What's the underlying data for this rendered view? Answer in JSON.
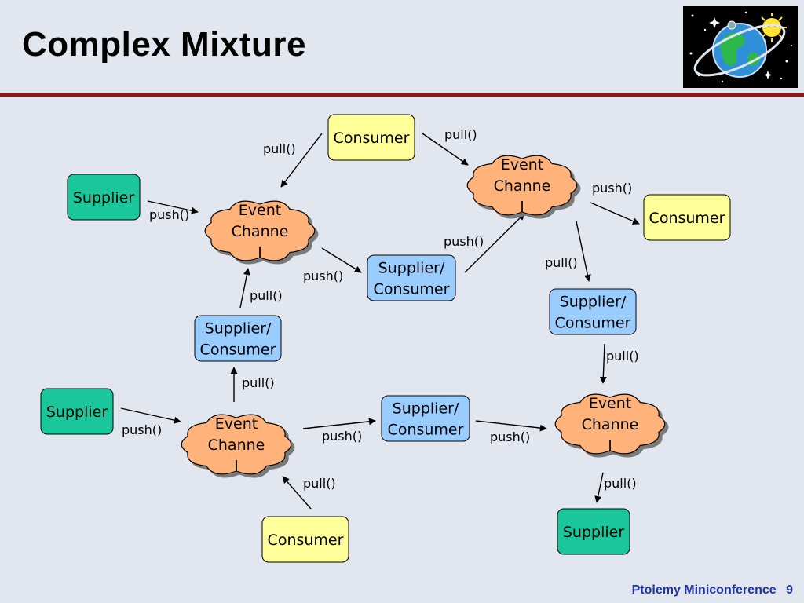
{
  "slide": {
    "title": "Complex Mixture"
  },
  "footer": {
    "text": "Ptolemy Miniconference",
    "page": "9"
  },
  "logo": {
    "icon": "globe-planet-icon"
  },
  "colors": {
    "background": "#e2e6ee",
    "rule": "#8b1a1a",
    "supplier": "#19c79a",
    "consumer": "#ffff9a",
    "supplier_consumer": "#99ccff",
    "event_channel": "#ffb27a"
  },
  "diagram": {
    "nodes": [
      {
        "id": "consumer-top",
        "kind": "consumer",
        "lines": [
          "Consumer"
        ]
      },
      {
        "id": "supplier-left-1",
        "kind": "supplier",
        "lines": [
          "Supplier"
        ]
      },
      {
        "id": "ec-left-top",
        "kind": "event_channel",
        "lines": [
          "Event",
          "Channe",
          "l"
        ]
      },
      {
        "id": "ec-right-top",
        "kind": "event_channel",
        "lines": [
          "Event",
          "Channe",
          "l"
        ]
      },
      {
        "id": "consumer-right",
        "kind": "consumer",
        "lines": [
          "Consumer"
        ]
      },
      {
        "id": "sc-middle-top",
        "kind": "supplier_consumer",
        "lines": [
          "Supplier/",
          "Consumer"
        ]
      },
      {
        "id": "sc-left-mid",
        "kind": "supplier_consumer",
        "lines": [
          "Supplier/",
          "Consumer"
        ]
      },
      {
        "id": "sc-right-mid",
        "kind": "supplier_consumer",
        "lines": [
          "Supplier/",
          "Consumer"
        ]
      },
      {
        "id": "supplier-left-2",
        "kind": "supplier",
        "lines": [
          "Supplier"
        ]
      },
      {
        "id": "ec-left-bottom",
        "kind": "event_channel",
        "lines": [
          "Event",
          "Channe",
          "l"
        ]
      },
      {
        "id": "sc-middle-bottom",
        "kind": "supplier_consumer",
        "lines": [
          "Supplier/",
          "Consumer"
        ]
      },
      {
        "id": "ec-right-bottom",
        "kind": "event_channel",
        "lines": [
          "Event",
          "Channe",
          "l"
        ]
      },
      {
        "id": "consumer-bottom",
        "kind": "consumer",
        "lines": [
          "Consumer"
        ]
      },
      {
        "id": "supplier-bottom-right",
        "kind": "supplier",
        "lines": [
          "Supplier"
        ]
      }
    ],
    "edges": [
      {
        "id": "e1",
        "from": "consumer-top",
        "to": "ec-left-top",
        "label": "pull()"
      },
      {
        "id": "e2",
        "from": "consumer-top",
        "to": "ec-right-top",
        "label": "pull()"
      },
      {
        "id": "e3",
        "from": "supplier-left-1",
        "to": "ec-left-top",
        "label": "push()"
      },
      {
        "id": "e4",
        "from": "ec-left-top",
        "to": "sc-middle-top",
        "label": "push()"
      },
      {
        "id": "e5",
        "from": "sc-middle-top",
        "to": "ec-right-top",
        "label": "push()"
      },
      {
        "id": "e6",
        "from": "ec-right-top",
        "to": "consumer-right",
        "label": "push()"
      },
      {
        "id": "e7",
        "from": "ec-right-top",
        "to": "sc-right-mid",
        "label": "pull()"
      },
      {
        "id": "e8",
        "from": "sc-left-mid",
        "to": "ec-left-top",
        "label": "pull()"
      },
      {
        "id": "e9",
        "from": "ec-left-bottom",
        "to": "sc-left-mid",
        "label": "pull()"
      },
      {
        "id": "e10",
        "from": "sc-right-mid",
        "to": "ec-right-bottom",
        "label": "pull()"
      },
      {
        "id": "e11",
        "from": "supplier-left-2",
        "to": "ec-left-bottom",
        "label": "push()"
      },
      {
        "id": "e12",
        "from": "ec-left-bottom",
        "to": "sc-middle-bottom",
        "label": "push()"
      },
      {
        "id": "e13",
        "from": "sc-middle-bottom",
        "to": "ec-right-bottom",
        "label": "push()"
      },
      {
        "id": "e14",
        "from": "consumer-bottom",
        "to": "ec-left-bottom",
        "label": "pull()"
      },
      {
        "id": "e15",
        "from": "ec-right-bottom",
        "to": "supplier-bottom-right",
        "label": "pull()"
      }
    ]
  }
}
